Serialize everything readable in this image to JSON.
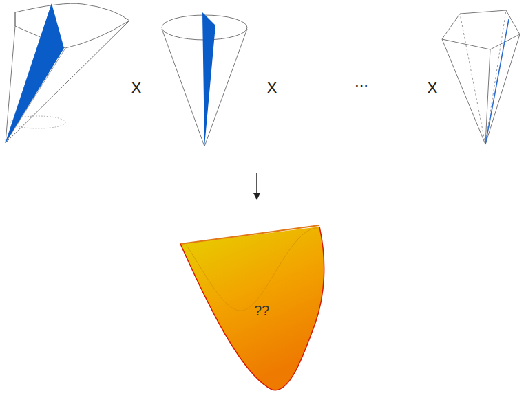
{
  "diagram": {
    "nodes": [
      {
        "text": [
          "??"
        ]
      }
    ],
    "labels": [
      "X",
      "X",
      "...",
      "X"
    ]
  }
}
